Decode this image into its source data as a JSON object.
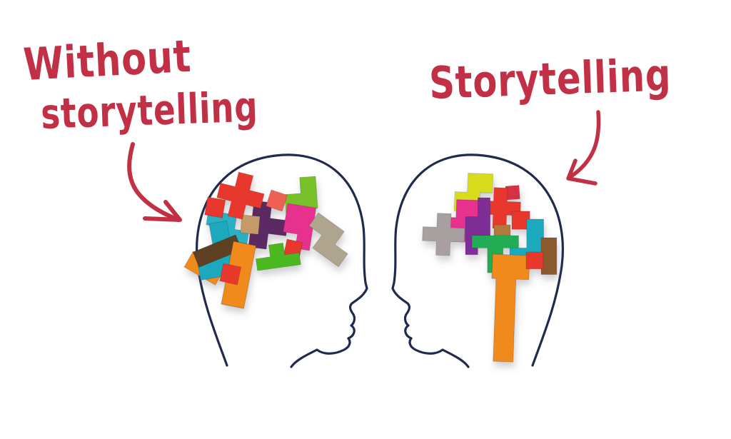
{
  "title": "Without storytelling vs Storytelling",
  "labels": {
    "without": {
      "line1": "Without",
      "line2": "storytelling"
    },
    "with": {
      "text": "Storytelling"
    }
  },
  "icons": {
    "left_arrow": "curved-arrow-down-right",
    "right_arrow": "curved-arrow-down-left"
  },
  "palette": {
    "background": "#FFFFFF",
    "annotation_red": "#C23046",
    "outline_navy": "#20294E",
    "block_red": "#E8392E",
    "block_salmon": "#EE6152",
    "block_crimson": "#D43044",
    "block_lime": "#79C12A",
    "block_green": "#4CB822",
    "block_emerald": "#21AD54",
    "block_chartreuse": "#D8DC1F",
    "block_cyan": "#29AFC4",
    "block_teal": "#1FA9BE",
    "block_magenta": "#E6318E",
    "block_purple_dark": "#5C2A62",
    "block_purple": "#7E2E96",
    "block_orange": "#F08A1E",
    "block_tan": "#C49B67",
    "block_tan_dark": "#B07A3C",
    "block_brown": "#5E4021",
    "block_brown2": "#8A5A2E",
    "block_gray": "#A8A0A0",
    "block_greige": "#AFA48E"
  },
  "scene": {
    "left_head": {
      "facing": "right",
      "blocks": "jumbled"
    },
    "right_head": {
      "facing": "left",
      "blocks": "fitted"
    }
  }
}
